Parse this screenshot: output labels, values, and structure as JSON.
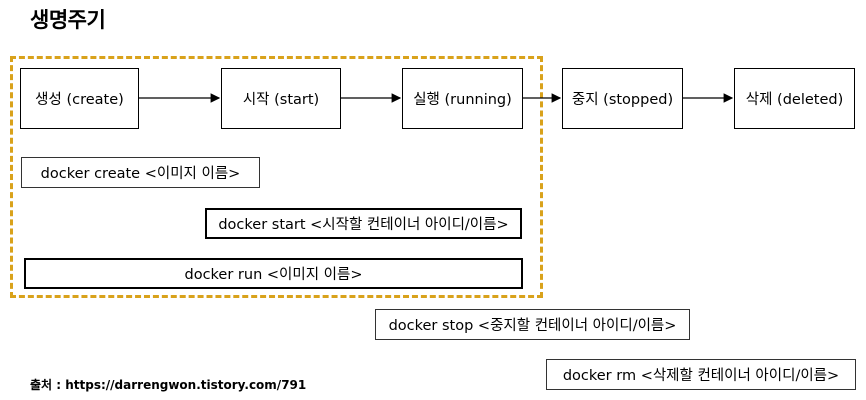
{
  "title": "생명주기",
  "states": {
    "create": "생성 (create)",
    "start": "시작 (start)",
    "running": "실행 (running)",
    "stopped": "중지 (stopped)",
    "deleted": "삭제 (deleted)"
  },
  "commands": {
    "create": "docker create <이미지 이름>",
    "start": "docker start <시작할 컨테이너 아이디/이름>",
    "run": "docker run <이미지 이름>",
    "stop": "docker stop <중지할 컨테이너 아이디/이름>",
    "rm": "docker rm <삭제할 컨테이너 아이디/이름>"
  },
  "source": "출처 : https://darrengwon.tistory.com/791",
  "colors": {
    "dashed_border": "#d9a21b"
  }
}
